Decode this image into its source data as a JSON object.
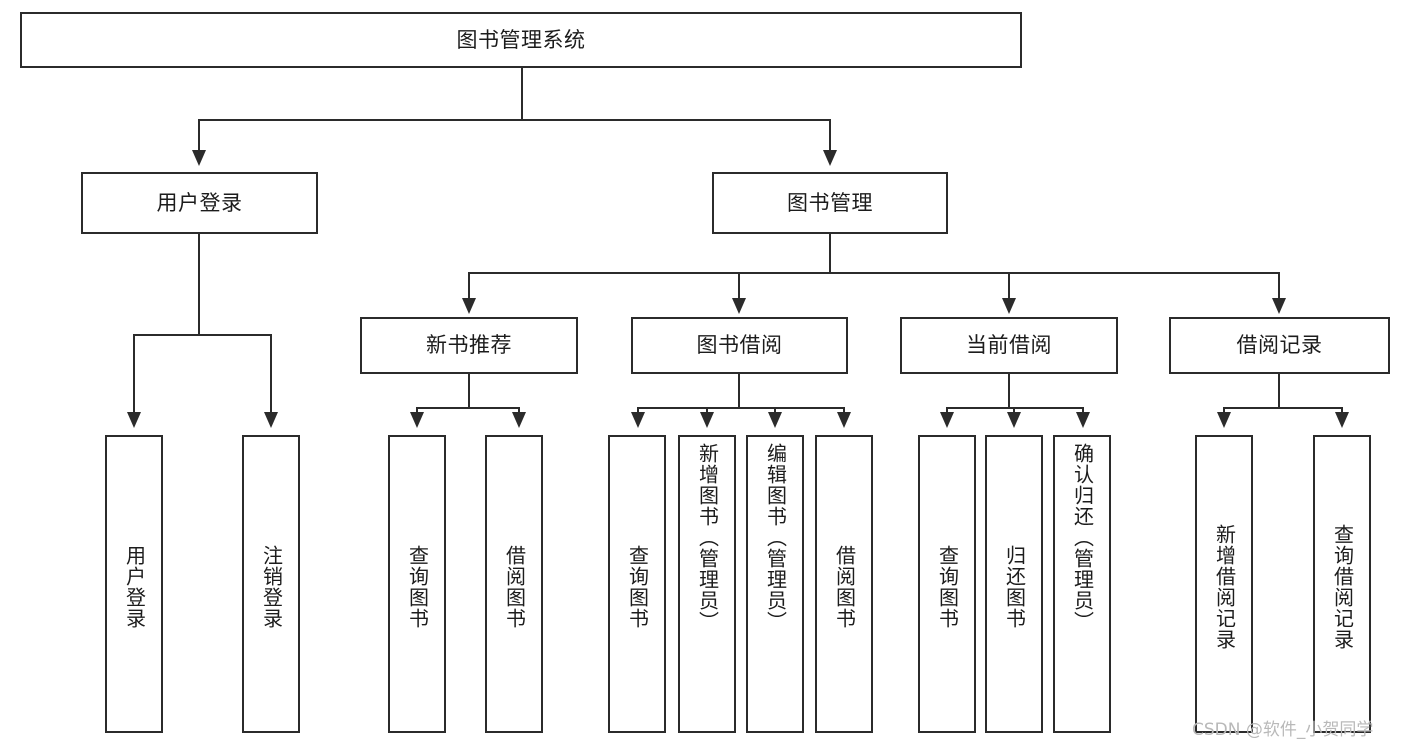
{
  "diagram": {
    "title": "图书管理系统",
    "watermark": "CSDN @软件_小贺同学",
    "colors": {
      "stroke": "#2b2b2b",
      "fill": "#ffffff",
      "text": "#1c1c1c",
      "watermark": "#b9b9b9"
    },
    "root": {
      "label": "图书管理系统"
    },
    "level1": [
      {
        "id": "user-login",
        "label": "用户登录"
      },
      {
        "id": "book-manage",
        "label": "图书管理"
      }
    ],
    "level2": [
      {
        "id": "new-book-recommend",
        "label": "新书推荐",
        "parent": "book-manage"
      },
      {
        "id": "book-borrow",
        "label": "图书借阅",
        "parent": "book-manage"
      },
      {
        "id": "current-borrow",
        "label": "当前借阅",
        "parent": "book-manage"
      },
      {
        "id": "borrow-record",
        "label": "借阅记录",
        "parent": "book-manage"
      }
    ],
    "leaves": {
      "user_login": [
        {
          "id": "leaf-user-login",
          "label": "用户登录"
        },
        {
          "id": "leaf-user-logout",
          "label": "注销登录"
        }
      ],
      "new_book_recommend": [
        {
          "id": "leaf-query-book-1",
          "label": "查询图书"
        },
        {
          "id": "leaf-borrow-book-1",
          "label": "借阅图书"
        }
      ],
      "book_borrow": [
        {
          "id": "leaf-query-book-2",
          "label": "查询图书"
        },
        {
          "id": "leaf-add-book",
          "label": "新增图书（管理员）"
        },
        {
          "id": "leaf-edit-book",
          "label": "编辑图书（管理员）"
        },
        {
          "id": "leaf-borrow-book-2",
          "label": "借阅图书"
        }
      ],
      "current_borrow": [
        {
          "id": "leaf-query-book-3",
          "label": "查询图书"
        },
        {
          "id": "leaf-return-book",
          "label": "归还图书"
        },
        {
          "id": "leaf-confirm-return",
          "label": "确认归还（管理员）"
        }
      ],
      "borrow_record": [
        {
          "id": "leaf-add-record",
          "label": "新增借阅记录"
        },
        {
          "id": "leaf-query-record",
          "label": "查询借阅记录"
        }
      ]
    }
  }
}
